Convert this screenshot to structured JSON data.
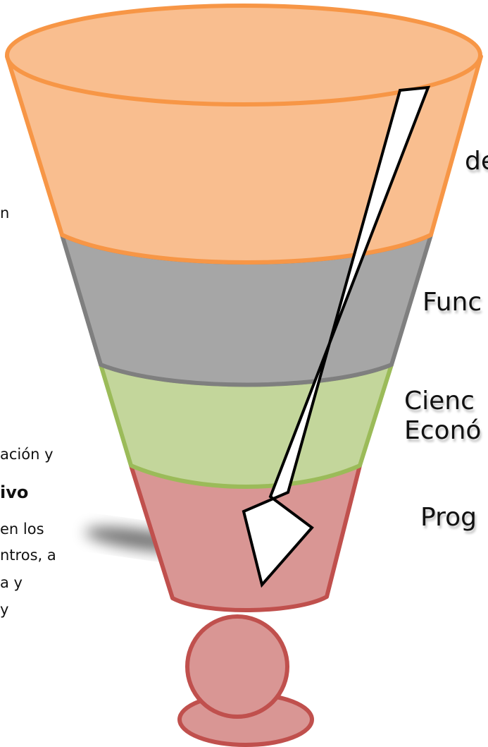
{
  "colors": {
    "orange_fill": "#F9BE8F",
    "orange_stroke": "#F79646",
    "gray_fill": "#A6A6A6",
    "gray_stroke": "#7F7F7F",
    "green_fill": "#C3D69B",
    "green_stroke": "#9BBB59",
    "red_fill": "#D99694",
    "red_stroke": "#C0504D",
    "arrow_fill": "#FFFFFF",
    "arrow_stroke": "#000000"
  },
  "left_text": {
    "line1": "n",
    "line2": "ación y",
    "line3": "ivo",
    "line4": "en los",
    "line5": "ntros, a",
    "line6": "a y",
    "line7": "y"
  },
  "right_labels": {
    "level1": "de",
    "level2": "Func",
    "level3_line1": "Cienc",
    "level3_line2": "Econó",
    "level4": "Prog"
  },
  "icons": {
    "arrow": "down-arrow-icon",
    "funnel": "funnel-icon"
  }
}
